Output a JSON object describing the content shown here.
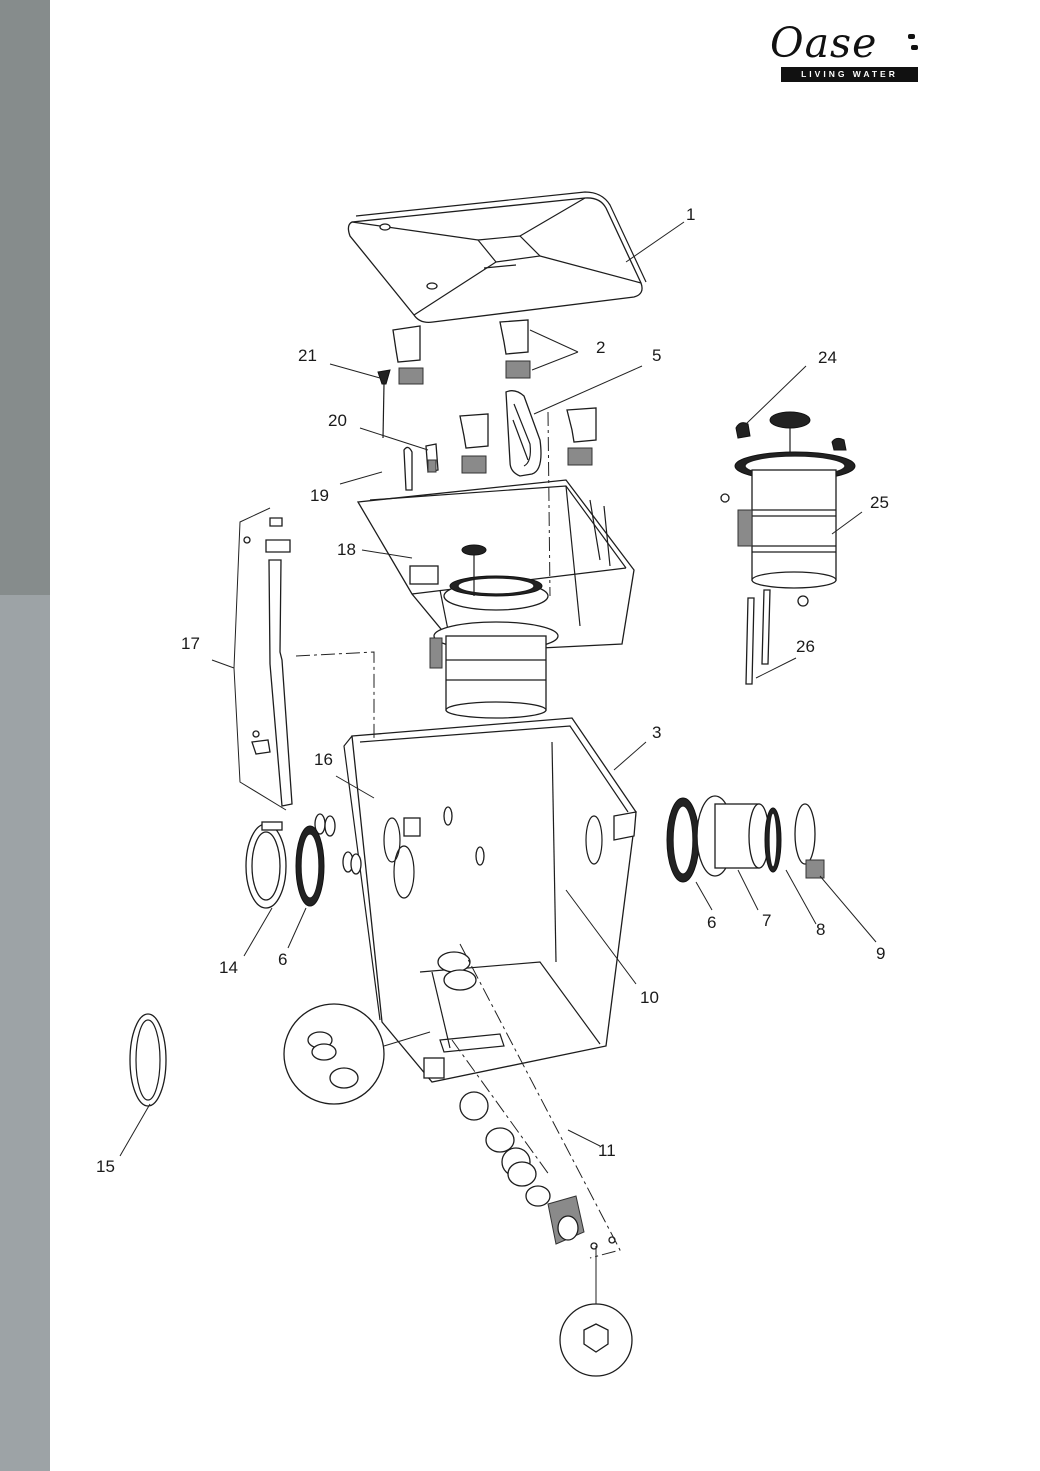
{
  "brand": {
    "name": "Oase",
    "tagline": "LIVING WATER"
  },
  "colors": {
    "sidebar_top": "#868c8c",
    "sidebar_bottom": "#9da3a6",
    "line": "#1d1d1d"
  },
  "callouts": {
    "c1": "1",
    "c2": "2",
    "c3": "3",
    "c5": "5",
    "c6a": "6",
    "c6b": "6",
    "c7": "7",
    "c8": "8",
    "c9": "9",
    "c10": "10",
    "c11": "11",
    "c14": "14",
    "c15": "15",
    "c16": "16",
    "c17": "17",
    "c18": "18",
    "c19": "19",
    "c20": "20",
    "c21": "21",
    "c24": "24",
    "c25": "25",
    "c26": "26"
  }
}
